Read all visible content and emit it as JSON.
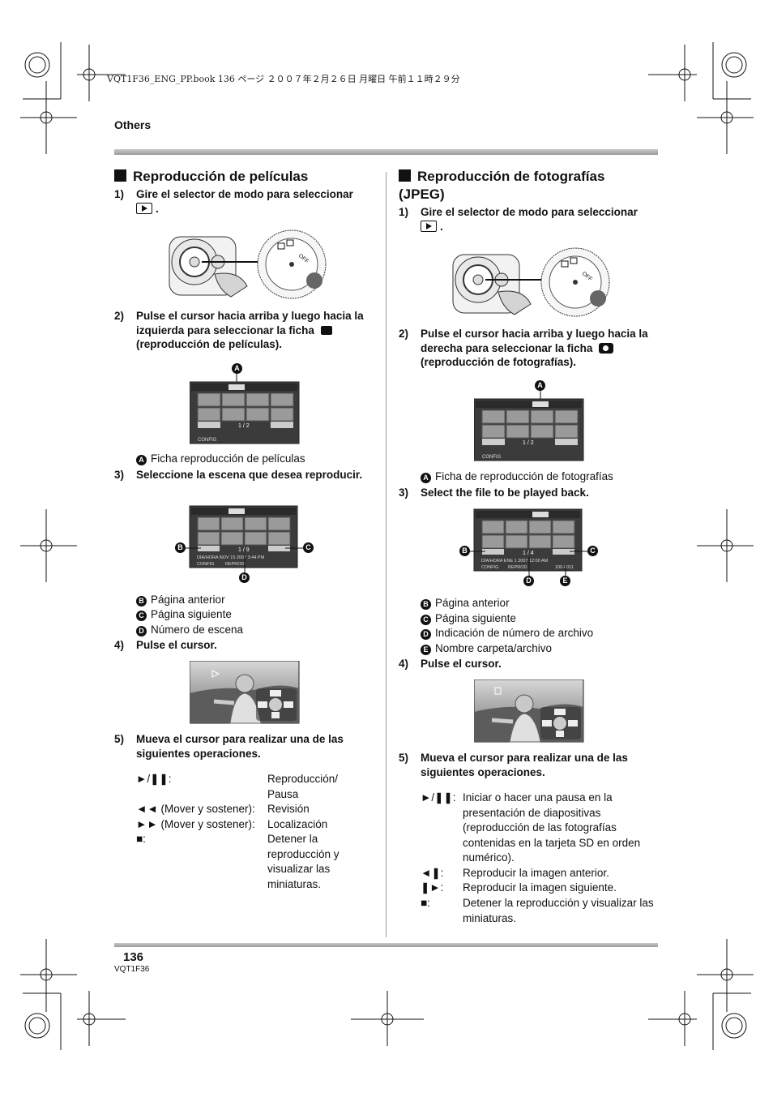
{
  "header": {
    "book_meta": "VQT1F36_ENG_PP.book  136 ページ  ２００７年２月２６日  月曜日  午前１１時２９分",
    "section": "Others"
  },
  "left": {
    "heading": "Reproducción de películas",
    "step1_num": "1)",
    "step1_text": "Gire el selector de modo para seleccionar",
    "step1_suffix": ".",
    "step2_num": "2)",
    "step2_text": "Pulse el cursor hacia arriba y luego hacia la izquierda para seleccionar la ficha",
    "step2_suffix": "(reproducción de películas).",
    "screen1_page": "1 / 2",
    "screen1_config": "CONFIG",
    "note_a": "Ficha reproducción de películas",
    "step3_num": "3)",
    "step3_text": "Seleccione la escena que desea reproducir.",
    "screen2_page": "1 / 9",
    "screen2_datetime": "DÍA/HORA  NOV 15 2007  3:44 PM",
    "screen2_config": "CONFIG",
    "screen2_repro": "REPROD.",
    "note_b": "Página anterior",
    "note_c": "Página siguiente",
    "note_d": "Número de escena",
    "step4_num": "4)",
    "step4_text": "Pulse el cursor.",
    "step5_num": "5)",
    "step5_text": "Mueva el cursor para realizar una de las siguientes operaciones.",
    "ops": [
      {
        "key": "►/❚❚:",
        "desc": "Reproducción/ Pausa"
      },
      {
        "key": "◄◄ (Mover y sostener):",
        "desc": "Revisión"
      },
      {
        "key": "►► (Mover y sostener):",
        "desc": "Localización"
      },
      {
        "key": "■:",
        "desc": "Detener la reproducción y visualizar las miniaturas."
      }
    ]
  },
  "right": {
    "heading": "Reproducción de fotografías (JPEG)",
    "step1_num": "1)",
    "step1_text": "Gire el selector de modo para seleccionar",
    "step1_suffix": ".",
    "step2_num": "2)",
    "step2_text": "Pulse el cursor hacia arriba y luego hacia la derecha para seleccionar la ficha",
    "step2_suffix": "(reproducción de fotografías).",
    "screen1_page": "1 / 2",
    "screen1_config": "CONFIG",
    "note_a": "Ficha de reproducción de fotografías",
    "step3_num": "3)",
    "step3_text": "Select the file to be played back.",
    "screen2_page": "1 / 4",
    "screen2_datetime": "DÍA/HORA  ENE  1 2007  12:00 AM",
    "screen2_config": "CONFIG",
    "screen2_repro": "REPROD.",
    "screen2_file": "100-0011",
    "note_b": "Página anterior",
    "note_c": "Página siguiente",
    "note_d": "Indicación de número de archivo",
    "note_e": "Nombre carpeta/archivo",
    "step4_num": "4)",
    "step4_text": "Pulse el cursor.",
    "step5_num": "5)",
    "step5_text": "Mueva el cursor para realizar una de las siguientes operaciones.",
    "ops": [
      {
        "key": "►/❚❚:",
        "desc": "Iniciar o hacer una pausa en la presentación de diapositivas (reproducción de las fotografías contenidas en la tarjeta SD en orden numérico)."
      },
      {
        "key": "◄❚:",
        "desc": "Reproducir la imagen anterior."
      },
      {
        "key": "❚►:",
        "desc": "Reproducir la imagen siguiente."
      },
      {
        "key": "■:",
        "desc": "Detener la reproducción y visualizar las miniaturas."
      }
    ]
  },
  "callouts": {
    "a": "A",
    "b": "B",
    "c": "C",
    "d": "D",
    "e": "E"
  },
  "footer": {
    "page_number": "136",
    "code": "VQT1F36"
  },
  "dial": {
    "label_off": "OFF"
  }
}
